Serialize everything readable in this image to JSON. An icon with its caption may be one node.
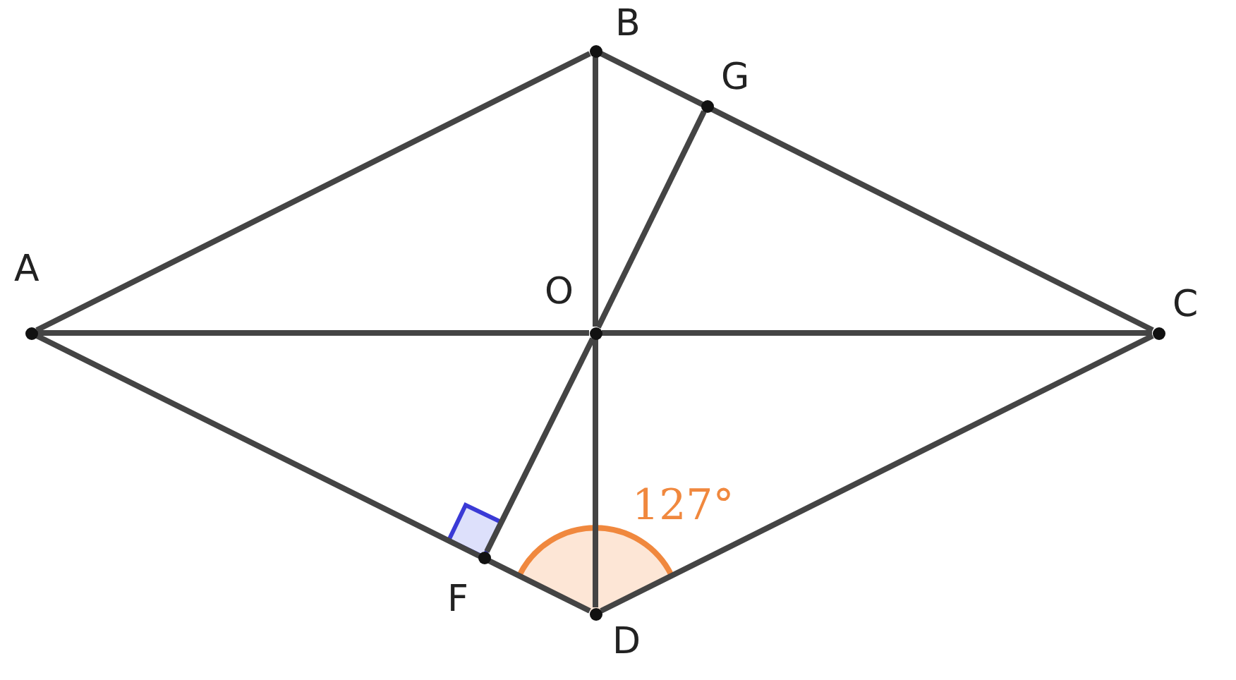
{
  "diagram": {
    "nodes": [
      {
        "text": [
          "A"
        ]
      },
      {
        "text": [
          "B"
        ]
      },
      {
        "text": [
          "G"
        ]
      },
      {
        "text": [
          "O"
        ]
      },
      {
        "text": [
          "C"
        ]
      },
      {
        "text": [
          "F"
        ]
      },
      {
        "text": [
          "D"
        ]
      }
    ],
    "edges": [
      {
        "from": 0,
        "to": 1,
        "arrow": "none"
      },
      {
        "from": 1,
        "to": 4,
        "arrow": "none"
      },
      {
        "from": 4,
        "to": 6,
        "arrow": "none"
      },
      {
        "from": 6,
        "to": 0,
        "arrow": "none"
      },
      {
        "from": 0,
        "to": 3,
        "arrow": "none"
      },
      {
        "from": 3,
        "to": 4,
        "arrow": "none"
      },
      {
        "from": 1,
        "to": 3,
        "arrow": "none"
      },
      {
        "from": 3,
        "to": 6,
        "arrow": "none"
      },
      {
        "from": 2,
        "to": 3,
        "arrow": "none"
      },
      {
        "from": 3,
        "to": 5,
        "arrow": "none"
      }
    ],
    "labels": [
      "127°"
    ]
  }
}
